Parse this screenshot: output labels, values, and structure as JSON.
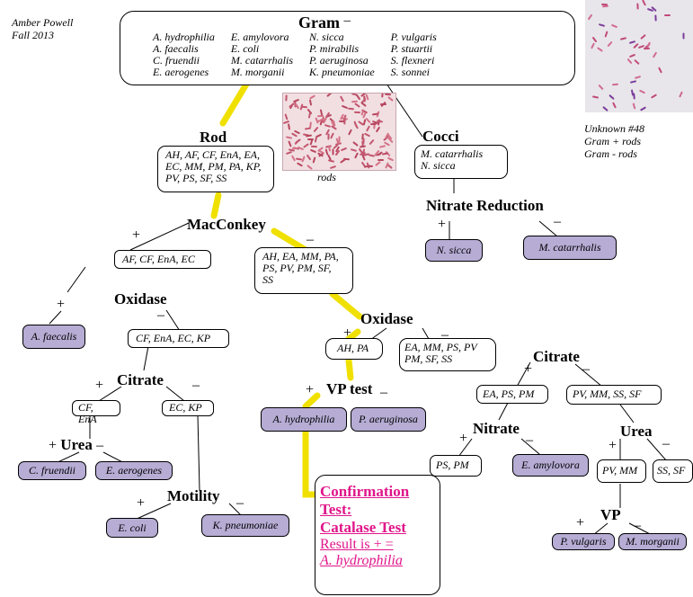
{
  "author": {
    "name": "Amber Powell",
    "term": "Fall 2013"
  },
  "gram": {
    "title": "Gram",
    "sign": "–",
    "organisms": [
      "A. hydrophilia",
      "E. amylovora",
      "N. sicca",
      "P. vulgaris",
      "A. faecalis",
      "E. coli",
      "P. mirabilis",
      "P. stuartii",
      "C. fruendii",
      "M. catarrhalis",
      "P. aeruginosa",
      "S. flexneri",
      "E. aerogenes",
      "M. morganii",
      "K. pneumoniae",
      "S. sonnei"
    ]
  },
  "photo_unknown": {
    "caption_lines": [
      "Unknown #48",
      "Gram + rods",
      "Gram - rods"
    ]
  },
  "photo_rods": {
    "caption": "rods"
  },
  "rod": {
    "title": "Rod",
    "lines": [
      "AH, AF, CF, EnA, EA,",
      "EC, MM, PM, PA, KP,",
      "PV, PS, SF, SS"
    ]
  },
  "cocci": {
    "title": "Cocci",
    "lines": [
      "M. catarrhalis",
      "N. sicca"
    ]
  },
  "nitrate_reduction": {
    "title": "Nitrate Reduction",
    "plus": "+",
    "minus": "–",
    "positive": "N. sicca",
    "negative": "M. catarrhalis"
  },
  "macconkey": {
    "title": "MacConkey",
    "plus": "+",
    "minus": "–",
    "positive_box": "AF, CF, EnA, EC",
    "negative_lines": [
      "AH, EA, MM, PA,",
      "PS, PV, PM, SF,",
      "SS"
    ]
  },
  "oxidase_left": {
    "title": "Oxidase",
    "plus": "+",
    "minus": "–",
    "positive": "A. faecalis",
    "negative_box": "CF, EnA, EC, KP"
  },
  "citrate_left": {
    "title": "Citrate",
    "plus": "+",
    "minus": "–",
    "positive_box": "CF, EnA",
    "negative_box": "EC, KP"
  },
  "urea_left": {
    "title": "Urea",
    "plus": "+",
    "minus": "–",
    "positive": "C. fruendii",
    "negative": "E. aerogenes"
  },
  "motility": {
    "title": "Motility",
    "plus": "+",
    "minus": "–",
    "positive": "E. coli",
    "negative": "K. pneumoniae"
  },
  "oxidase_right": {
    "title": "Oxidase",
    "plus": "+",
    "minus": "–",
    "positive_box": "AH, PA",
    "negative_lines": [
      "EA, MM, PS, PV",
      "PM, SF, SS"
    ]
  },
  "vp_test": {
    "title": "VP test",
    "plus": "+",
    "minus": "–",
    "positive": "A. hydrophilia",
    "negative": "P. aeruginosa"
  },
  "citrate_right": {
    "title": "Citrate",
    "plus": "+",
    "minus": "–",
    "positive_box": "EA, PS, PM",
    "negative_box": "PV, MM, SS, SF"
  },
  "nitrate": {
    "title": "Nitrate",
    "plus": "+",
    "minus": "–",
    "positive_box": "PS, PM",
    "negative": "E. amylovora"
  },
  "urea_right": {
    "title": "Urea",
    "plus": "+",
    "minus": "–",
    "positive_box": "PV, MM",
    "negative_box": "SS, SF"
  },
  "vp_final": {
    "title": "VP",
    "plus": "+",
    "minus": "–",
    "positive": "P. vulgaris",
    "negative": "M. morganii"
  },
  "confirmation": {
    "line1": "Confirmation",
    "line2": "Test:",
    "line3": "Catalase Test",
    "line4": "Result is + =",
    "line5": "A. hydrophilia"
  },
  "colors": {
    "highlight_path": "#f0e000",
    "result_box": "#b6acd4",
    "confirmation_text": "#e0158a"
  }
}
